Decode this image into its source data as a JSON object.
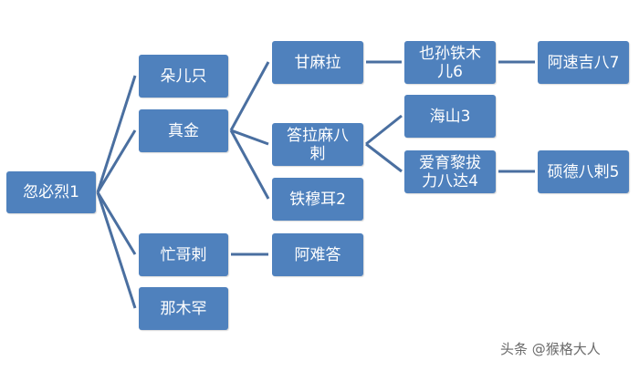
{
  "colors": {
    "node": "#4f81bd",
    "link": "#4a6fa0",
    "text": "#ffffff"
  },
  "nodes": {
    "root": "忽必烈1",
    "doerzhi": "朵儿只",
    "zhenjin": "真金",
    "manggela": "忙哥剌",
    "namuhan": "那木罕",
    "ganmala": "甘麻拉",
    "dalamabala": "答拉麻八剌",
    "tiemuer": "铁穆耳2",
    "ananda": "阿难答",
    "yesuntiemuer": "也孙铁木儿6",
    "haishan": "海山3",
    "aiyulibalibada": "爱育黎拔力八达4",
    "asujiba": "阿速吉八7",
    "shuodebala": "硕德八剌5"
  },
  "watermark": "头条 @猴格大人"
}
